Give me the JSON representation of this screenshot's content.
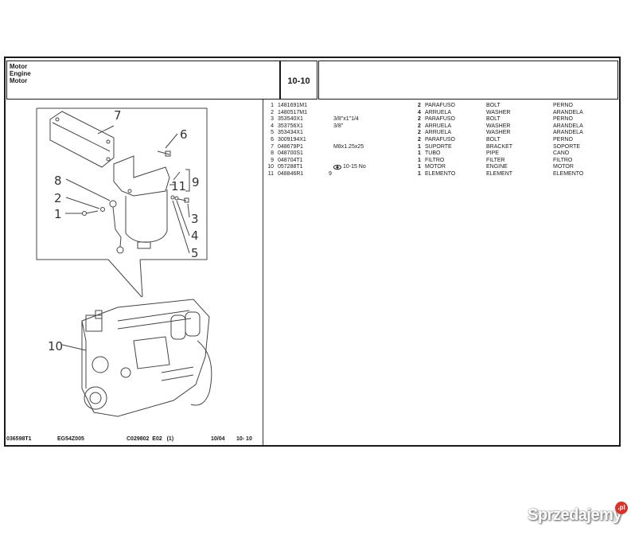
{
  "header": {
    "title_lines": [
      "Motor",
      "Engine",
      "Motor"
    ],
    "section_code": "10-10"
  },
  "diagram": {
    "callouts": [
      "1",
      "2",
      "3",
      "4",
      "5",
      "6",
      "7",
      "8",
      "9",
      "10",
      "11"
    ]
  },
  "parts": {
    "rows": [
      {
        "num": "1",
        "part_no": "1481691M1",
        "note": "",
        "qty": "2",
        "es": "PARAFUSO",
        "en": "BOLT",
        "pt": "PERNO"
      },
      {
        "num": "2",
        "part_no": "1480517M1",
        "note": "",
        "qty": "4",
        "es": "ARRUELA",
        "en": "WASHER",
        "pt": "ARANDELA"
      },
      {
        "num": "3",
        "part_no": "353540X1",
        "note": "3/8\"x1\"1/4",
        "qty": "2",
        "es": "PARAFUSO",
        "en": "BOLT",
        "pt": "PERNO"
      },
      {
        "num": "4",
        "part_no": "353756X1",
        "note": "3/8\"",
        "qty": "2",
        "es": "ARRUELA",
        "en": "WASHER",
        "pt": "ARANDELA"
      },
      {
        "num": "5",
        "part_no": "353434X1",
        "note": "",
        "qty": "2",
        "es": "ARRUELA",
        "en": "WASHER",
        "pt": "ARANDELA"
      },
      {
        "num": "6",
        "part_no": "3009194X1",
        "note": "",
        "qty": "2",
        "es": "PARAFUSO",
        "en": "BOLT",
        "pt": "PERNO"
      },
      {
        "num": "7",
        "part_no": "048679P1",
        "note": "M8x1.25x25",
        "qty": "1",
        "es": "SUPORTE",
        "en": "BRACKET",
        "pt": "SOPORTE"
      },
      {
        "num": "8",
        "part_no": "048700S1",
        "note": "",
        "qty": "1",
        "es": "TUBO",
        "en": "PIPE",
        "pt": "CANO"
      },
      {
        "num": "9",
        "part_no": "048704T1",
        "note": "",
        "qty": "1",
        "es": "FILTRO",
        "en": "FILTER",
        "pt": "FILTRO"
      },
      {
        "num": "10",
        "part_no": "057288T1",
        "note": "10-15 No",
        "note_icon": "eye-icon",
        "qty": "1",
        "es": "MOTOR",
        "en": "ENGINE",
        "pt": "MOTOR"
      },
      {
        "num": "11",
        "part_no": "048846R1",
        "note": "9",
        "qty": "1",
        "es": "ELEMENTO",
        "en": "ELEMENT",
        "pt": "ELEMENTO"
      }
    ]
  },
  "footer": {
    "doc_id": "036598T1",
    "model": "EG54Z005",
    "ref": "C029802  E02   (1)",
    "date": "10/04",
    "page": "10- 10"
  },
  "watermark": {
    "text": "Sprzedajemy",
    "badge": ".pl",
    "badge_color": "#d9342b"
  }
}
